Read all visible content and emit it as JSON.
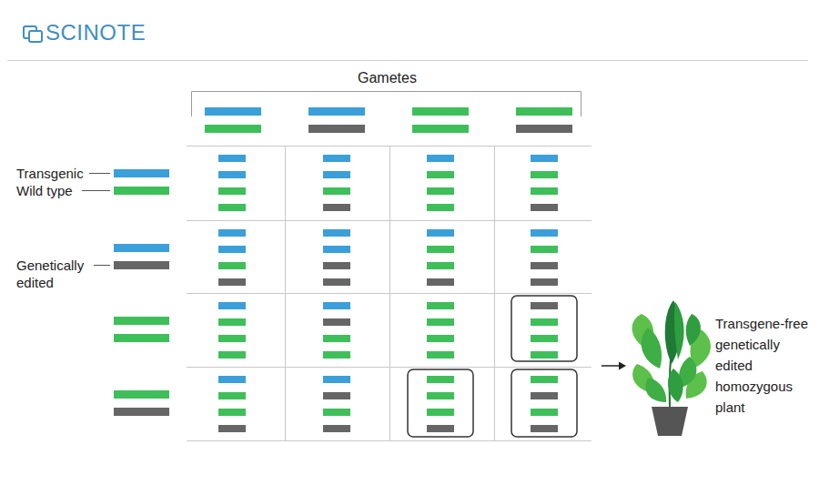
{
  "diagram": {
    "labels": [
      "SCINOTE",
      "Gametes",
      "Transgene-free genetically edited homozygous plant"
    ],
    "legend": [
      {
        "text": "Transgenic",
        "color": "#3b9fd9"
      },
      {
        "text": "Wild type",
        "color": "#3ebf5a"
      },
      {
        "text": "Genetically edited",
        "color": "#666666"
      }
    ]
  }
}
